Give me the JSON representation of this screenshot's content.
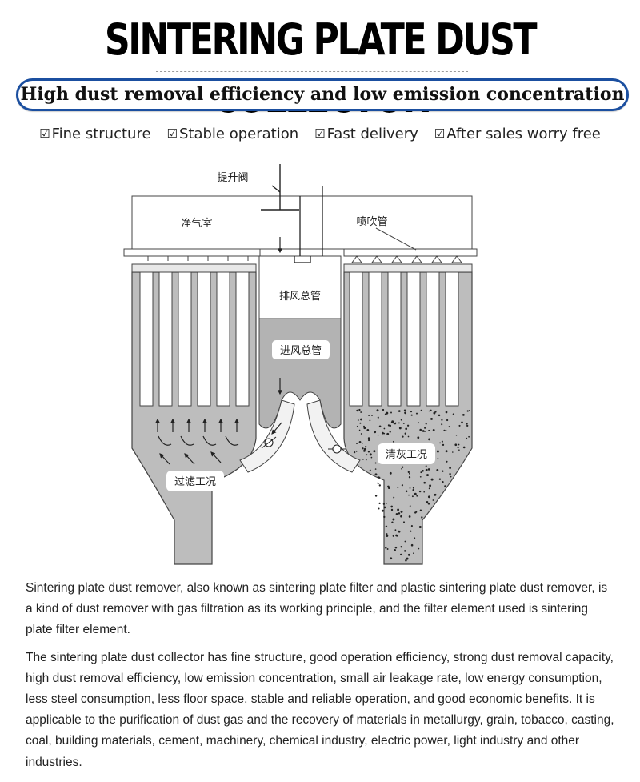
{
  "header": {
    "title": "SINTERING PLATE DUST COLLECTOR",
    "subtitle": "High dust removal efficiency and low emission concentration"
  },
  "features": [
    {
      "icon": "check-box-icon",
      "symbol": "☑",
      "label": "Fine structure"
    },
    {
      "icon": "check-box-icon",
      "symbol": "☑",
      "label": "Stable operation"
    },
    {
      "icon": "check-box-icon",
      "symbol": "☑",
      "label": "Fast delivery"
    },
    {
      "icon": "check-box-icon",
      "symbol": "☑",
      "label": "After sales worry free"
    }
  ],
  "diagram": {
    "labels": {
      "lift_valve": "提升阀",
      "clean_chamber": "净气室",
      "blow_pipe": "喷吹管",
      "exhaust_main": "排风总管",
      "inlet_main": "进风总管",
      "filtering": "过滤工况",
      "cleaning": "清灰工况"
    },
    "colors": {
      "hopper": "#bdbdbd",
      "inlet": "#b3b3b3",
      "outline": "#444444"
    }
  },
  "description": {
    "p1": "Sintering plate dust remover, also known as sintering plate filter and plastic sintering plate dust remover, is a kind of dust remover with gas filtration as its working principle, and the filter element used is sintering plate filter element.",
    "p2": "The sintering plate dust collector has fine structure, good operation efficiency, strong dust removal capacity, high dust removal efficiency, low emission concentration, small air leakage rate, low energy consumption, less steel consumption, less floor space, stable and reliable operation, and good economic benefits. It is applicable to the purification of dust gas and the recovery of materials in metallurgy, grain, tobacco, casting, coal, building materials, cement, machinery, chemical industry, electric power, light industry and other industries."
  }
}
